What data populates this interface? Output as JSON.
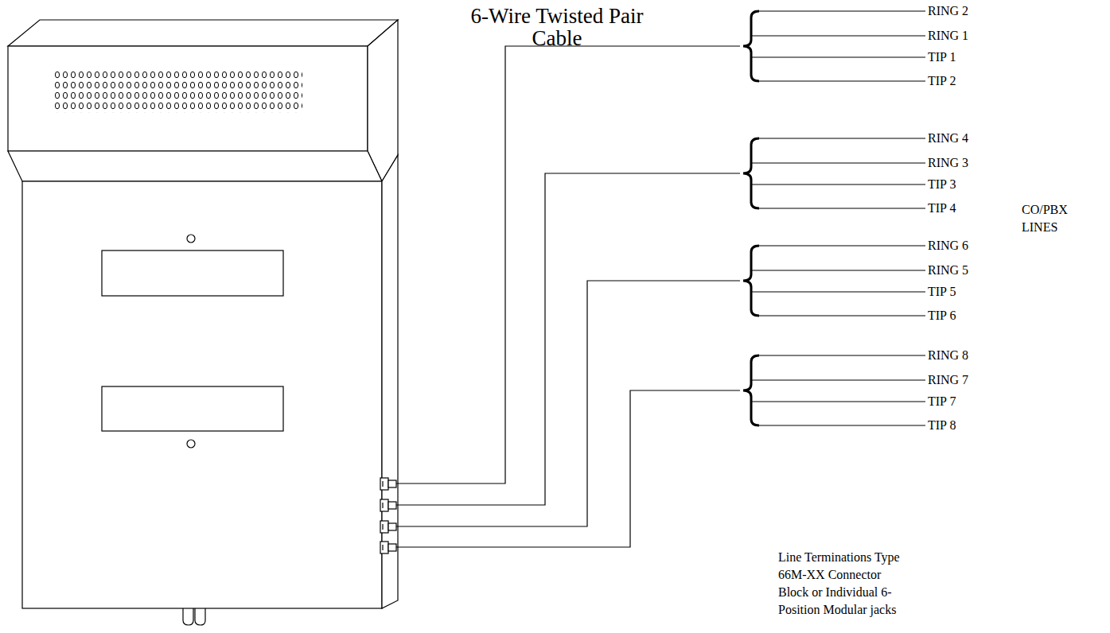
{
  "diagram": {
    "labels": [
      "6-Wire Twisted Pair Cable",
      "RING 2",
      "RING 1",
      "TIP 1",
      "TIP 2",
      "RING 4",
      "RING 3",
      "TIP 3",
      "TIP 4",
      "RING 6",
      "RING 5",
      "TIP 5",
      "TIP 6",
      "RING 8",
      "RING 7",
      "TIP 7",
      "TIP 8",
      "CO/PBX LINES",
      "Line Terminations Type 66M-XX Connector Block or Individual 6-Position Modular jacks"
    ]
  }
}
